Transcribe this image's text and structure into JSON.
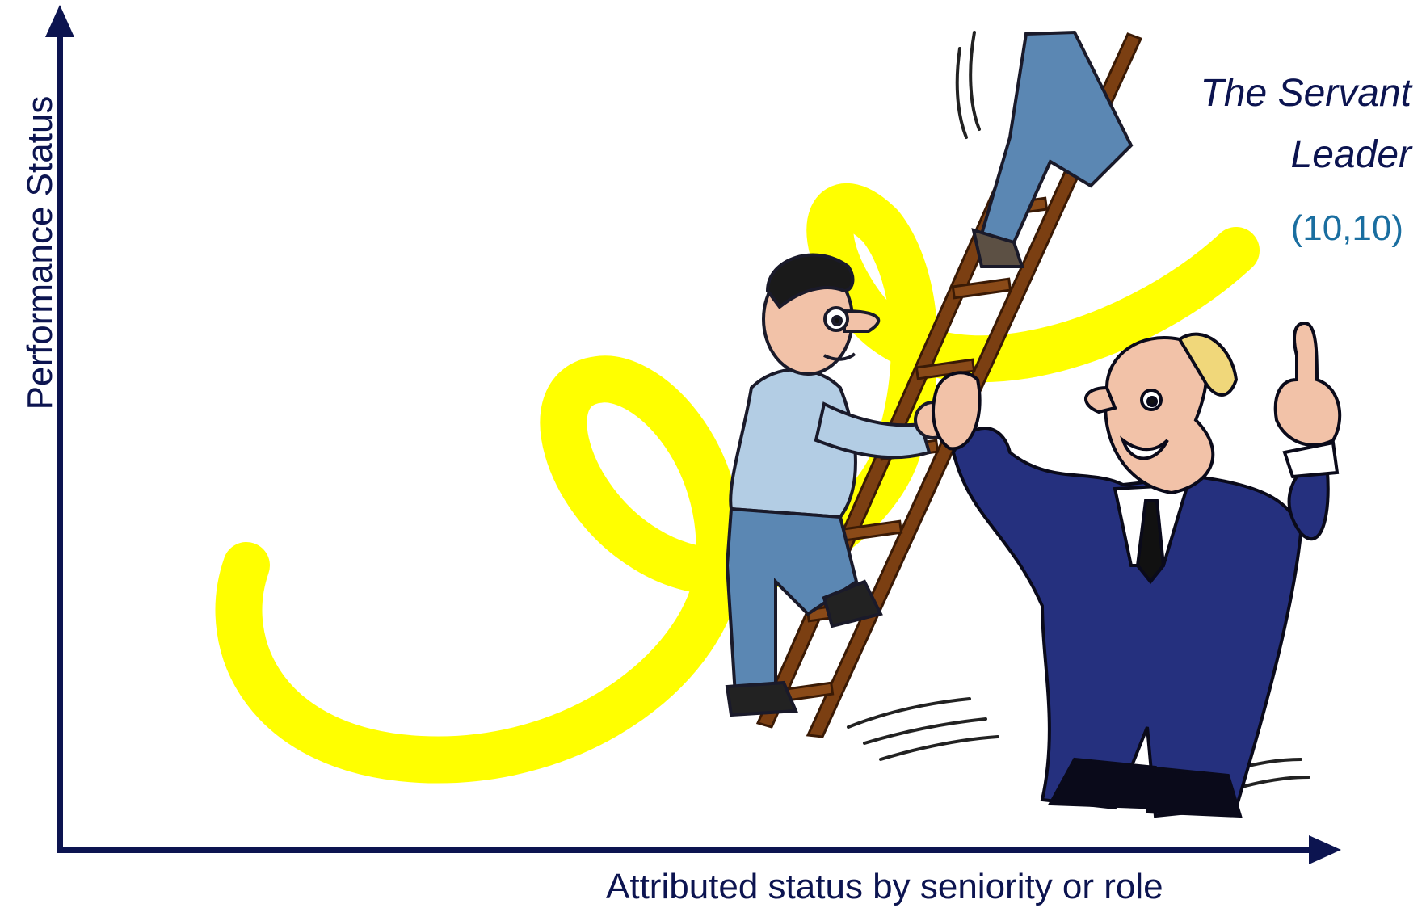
{
  "axes": {
    "y_label": "Performance Status",
    "x_label": "Attributed status by seniority or role"
  },
  "annotation": {
    "title_line1": "The Servant",
    "title_line2": "Leader",
    "coordinate": "(10,10)"
  },
  "illustration": {
    "description_icon": "cartoon-ladder-climbers-icon",
    "path_color": "#ffff00"
  },
  "colors": {
    "axis": "#0c1450",
    "text": "#0c1450",
    "coordinate": "#1a6ea0",
    "suit": "#25307e",
    "shirt": "#b3cde4",
    "trousers": "#5b87b3",
    "ladder": "#7b3f12",
    "skin": "#f2c2a8"
  }
}
